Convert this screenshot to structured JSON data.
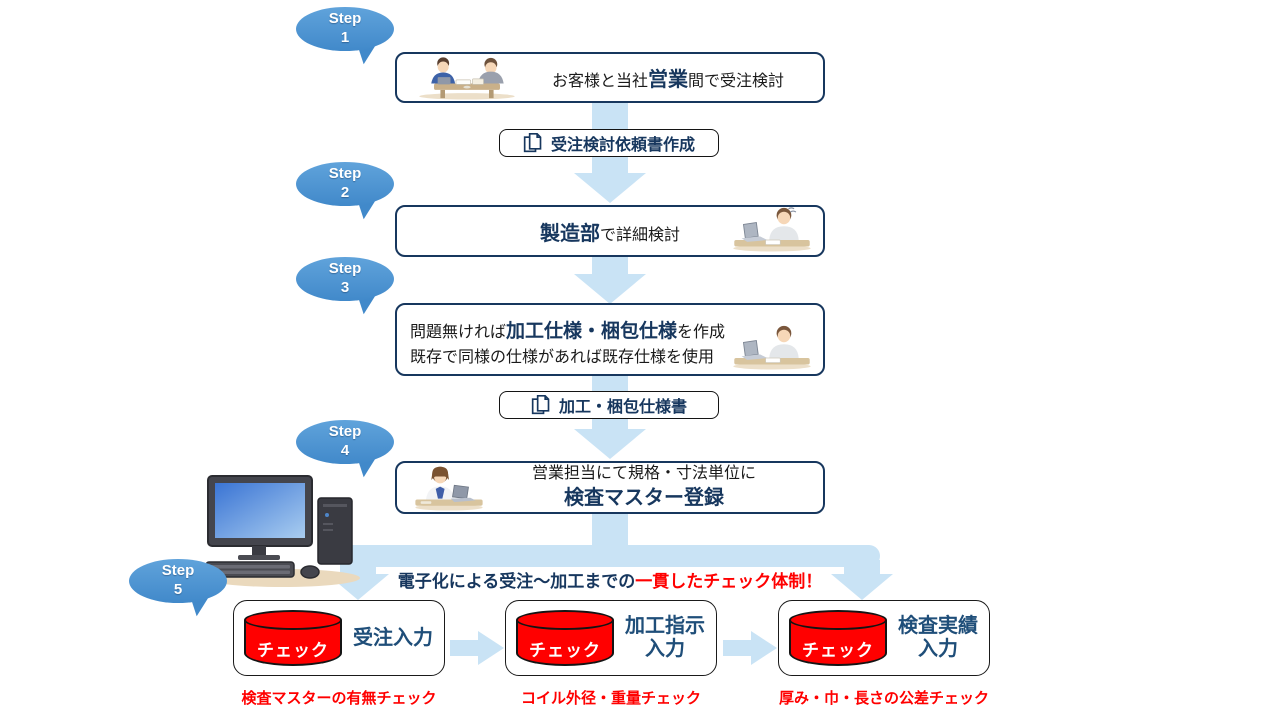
{
  "steps": [
    {
      "label": "Step",
      "number": "1"
    },
    {
      "label": "Step",
      "number": "2"
    },
    {
      "label": "Step",
      "number": "3"
    },
    {
      "label": "Step",
      "number": "4"
    },
    {
      "label": "Step",
      "number": "5"
    }
  ],
  "flow": {
    "box1": {
      "pre": "お客様と当社",
      "em": "営業",
      "post": "間で受注検討"
    },
    "doc1": {
      "label": "受注検討依頼書作成"
    },
    "box2": {
      "em": "製造部",
      "post": "で詳細検討"
    },
    "box3": {
      "line1_pre": "問題無ければ",
      "line1_em": "加工仕様・梱包仕様",
      "line1_post": "を作成",
      "line2": "既存で同様の仕様があれば既存仕様を使用"
    },
    "doc2": {
      "label": "加工・梱包仕様書"
    },
    "box4": {
      "line1": "営業担当にて規格・寸法単位に",
      "line2": "検査マスター登録"
    }
  },
  "banner": {
    "navy": "電子化による受注～加工までの",
    "red": "一貫したチェック体制！"
  },
  "checks": [
    {
      "db": "チェック",
      "label1": "受注入力",
      "label2": "",
      "caption": "検査マスターの有無チェック"
    },
    {
      "db": "チェック",
      "label1": "加工指示",
      "label2": "入力",
      "caption": "コイル外径・重量チェック"
    },
    {
      "db": "チェック",
      "label1": "検査実績",
      "label2": "入力",
      "caption": "厚み・巾・長さの公差チェック"
    }
  ],
  "icons": {
    "document_copy_icon": "⎘",
    "database_cylinder_icon": "🛢",
    "down_block_arrow": "⬇",
    "right_block_arrow": "➡"
  },
  "colors": {
    "arrow_blue": "#C9E3F5",
    "bubble_blue": "#4189CA",
    "navy_border": "#17375E",
    "navy_text": "#1F4E79",
    "red": "#FF0000",
    "cylinder_red": "#FF0000"
  }
}
